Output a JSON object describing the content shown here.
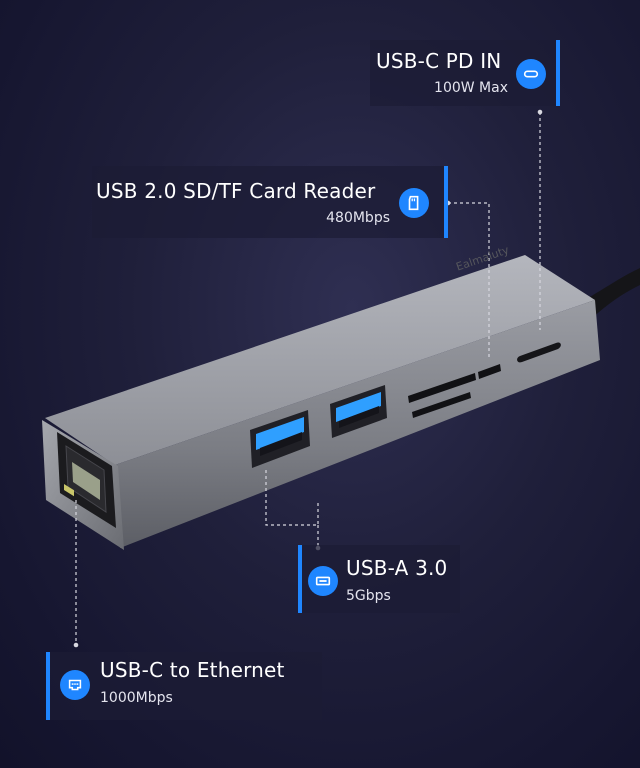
{
  "callouts": {
    "pd_in": {
      "title": "USB-C PD IN",
      "sub": "100W Max",
      "icon": "usb-c-icon"
    },
    "card_reader": {
      "title": "USB 2.0 SD/TF Card Reader",
      "sub": "480Mbps",
      "icon": "sd-card-icon"
    },
    "usb_a": {
      "title": "USB-A 3.0",
      "sub": "5Gbps",
      "icon": "usb-a-icon"
    },
    "ethernet": {
      "title": "USB-C to Ethernet",
      "sub": "1000Mbps",
      "icon": "ethernet-icon"
    }
  },
  "product": {
    "brand": "Ealmaluty"
  },
  "colors": {
    "accent": "#1f86ff",
    "background": "#1d1d38",
    "hub_body": "#8c8d94",
    "port_blue": "#2f9fff"
  }
}
